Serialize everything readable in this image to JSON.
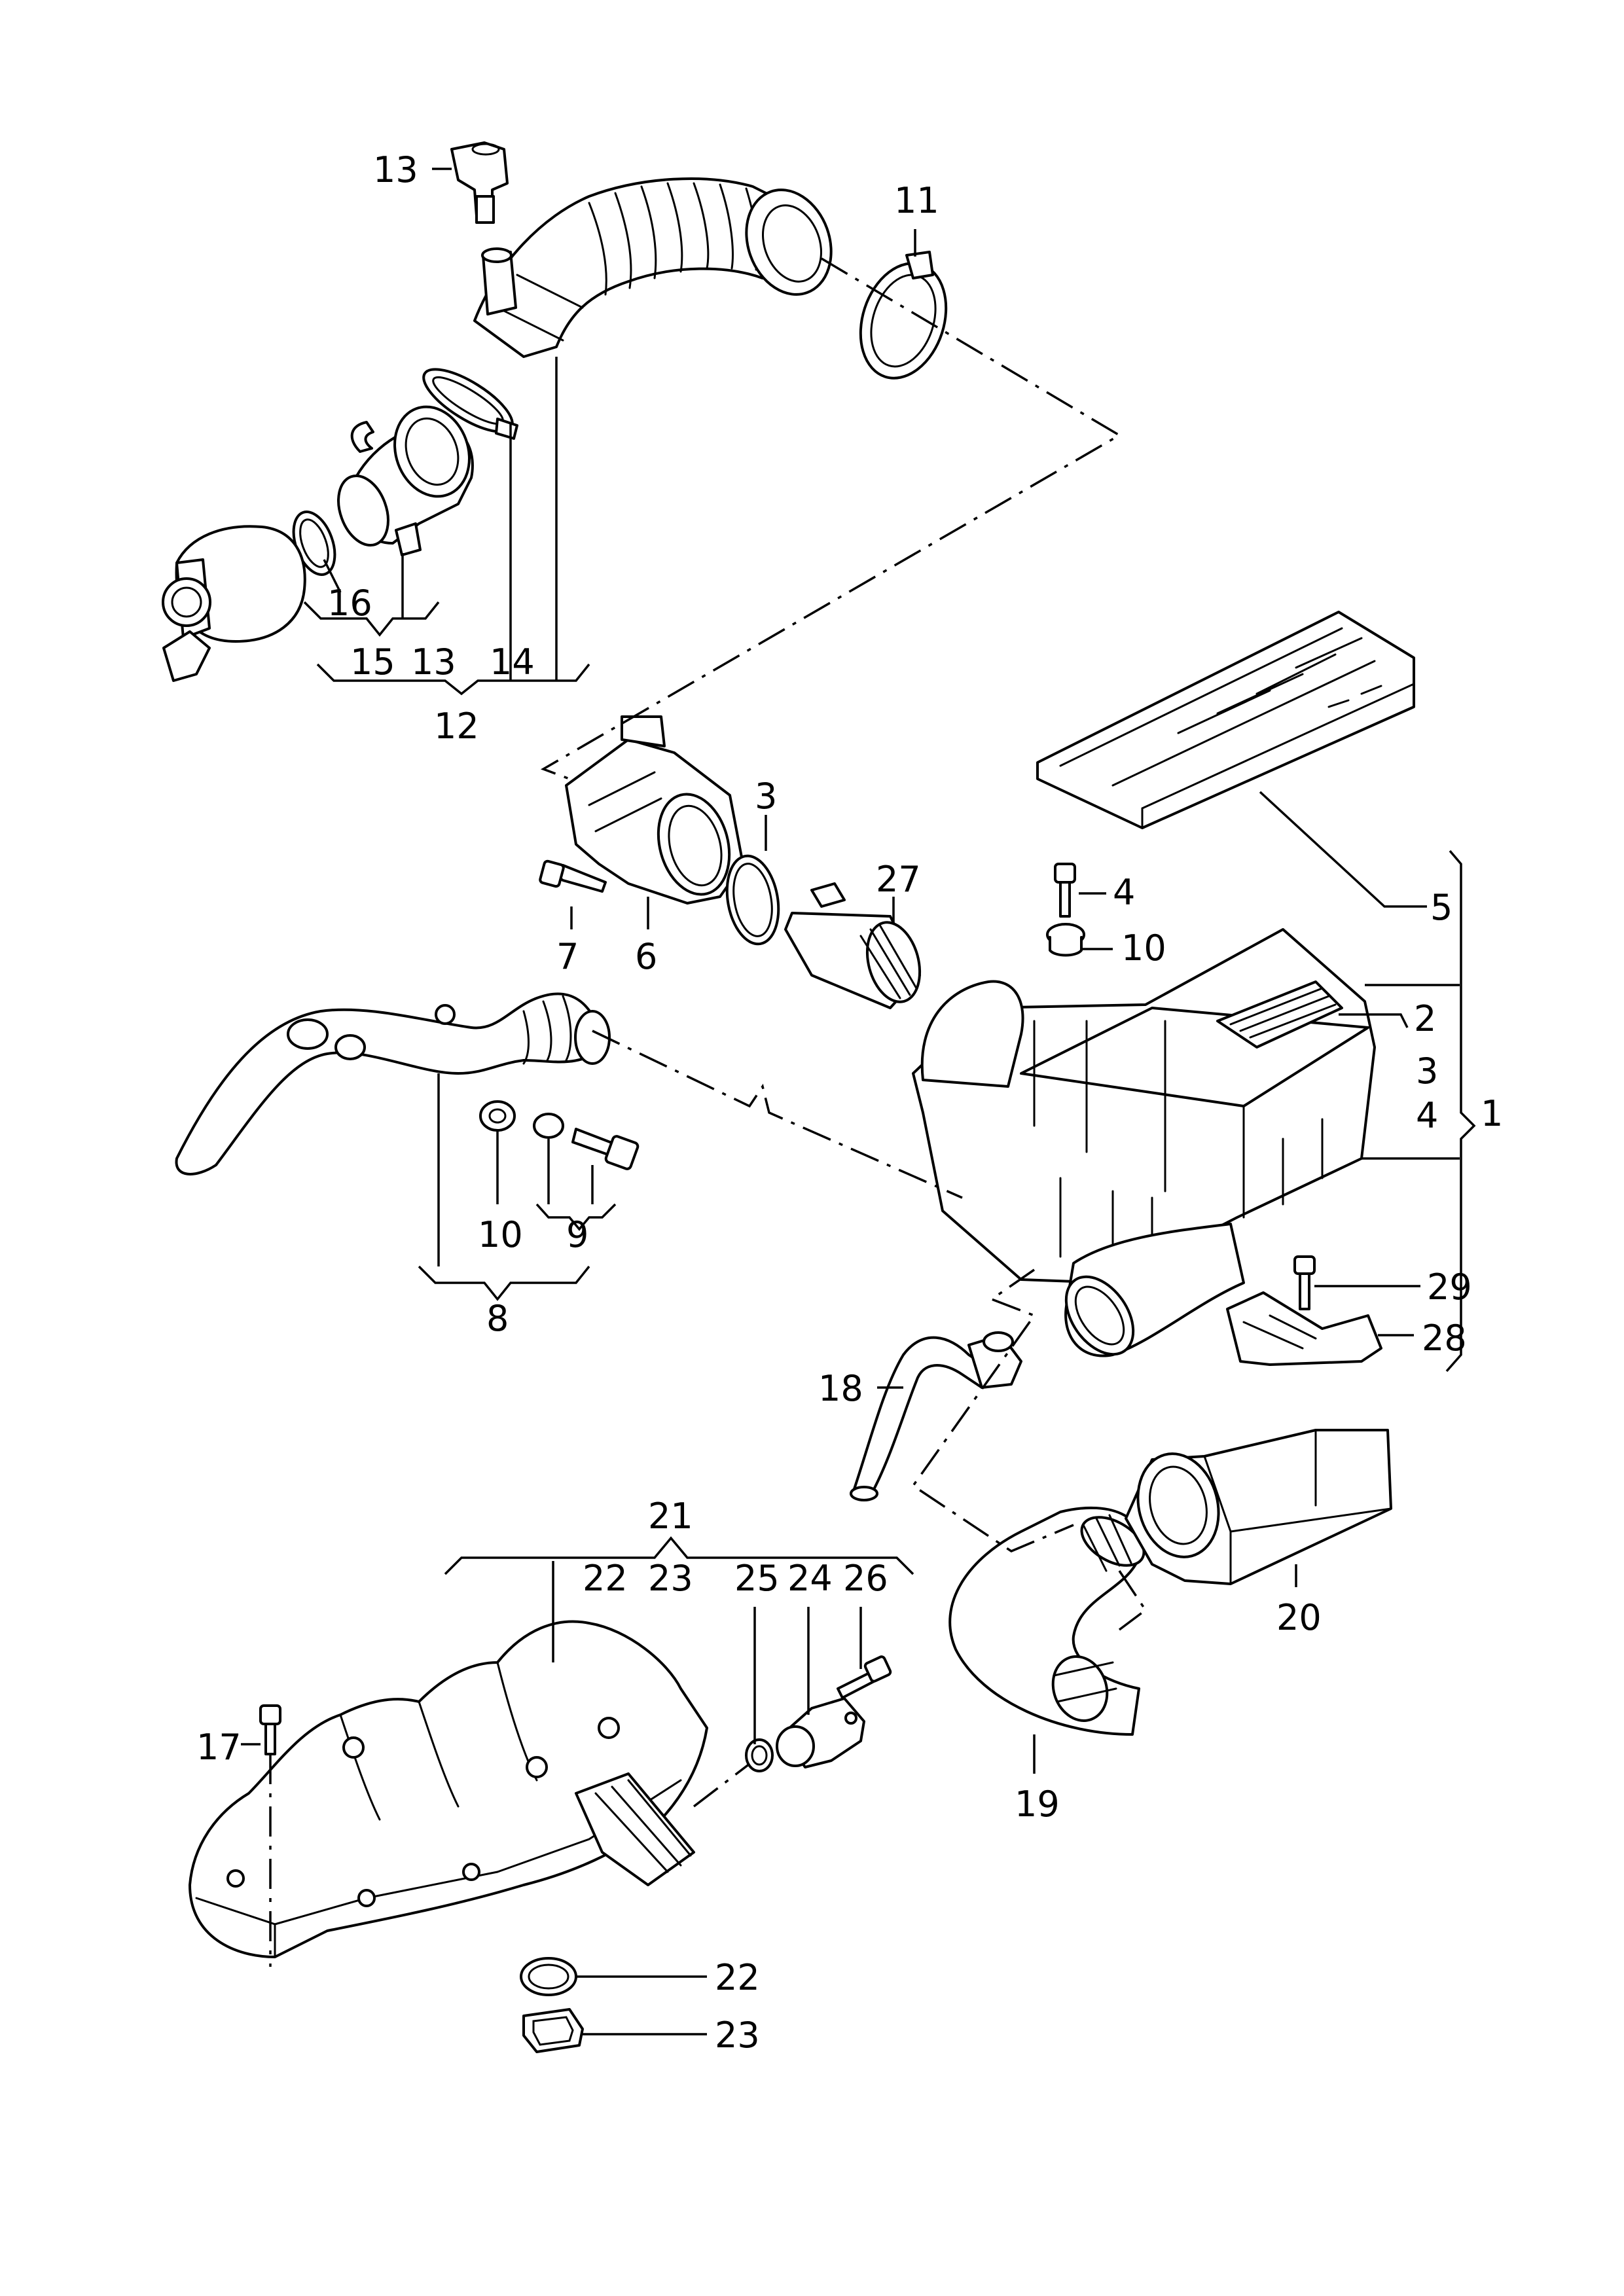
{
  "callouts": [
    {
      "id": "c1",
      "text": "1"
    },
    {
      "id": "c2",
      "text": "2"
    },
    {
      "id": "c3a",
      "text": "3"
    },
    {
      "id": "c3b",
      "text": "3"
    },
    {
      "id": "c4a",
      "text": "4"
    },
    {
      "id": "c4b",
      "text": "4"
    },
    {
      "id": "c5",
      "text": "5"
    },
    {
      "id": "c6",
      "text": "6"
    },
    {
      "id": "c7",
      "text": "7"
    },
    {
      "id": "c8",
      "text": "8"
    },
    {
      "id": "c9",
      "text": "9"
    },
    {
      "id": "c10a",
      "text": "10"
    },
    {
      "id": "c10b",
      "text": "10"
    },
    {
      "id": "c11",
      "text": "11"
    },
    {
      "id": "c12",
      "text": "12"
    },
    {
      "id": "c13a",
      "text": "13"
    },
    {
      "id": "c13b",
      "text": "13"
    },
    {
      "id": "c14",
      "text": "14"
    },
    {
      "id": "c15",
      "text": "15"
    },
    {
      "id": "c16",
      "text": "16"
    },
    {
      "id": "c17",
      "text": "17"
    },
    {
      "id": "c18",
      "text": "18"
    },
    {
      "id": "c19",
      "text": "19"
    },
    {
      "id": "c20",
      "text": "20"
    },
    {
      "id": "c21",
      "text": "21"
    },
    {
      "id": "c22a",
      "text": "22"
    },
    {
      "id": "c22b",
      "text": "22"
    },
    {
      "id": "c23a",
      "text": "23"
    },
    {
      "id": "c23b",
      "text": "23"
    },
    {
      "id": "c24",
      "text": "24"
    },
    {
      "id": "c25",
      "text": "25"
    },
    {
      "id": "c26",
      "text": "26"
    },
    {
      "id": "c27",
      "text": "27"
    },
    {
      "id": "c28",
      "text": "28"
    },
    {
      "id": "c29",
      "text": "29"
    }
  ]
}
